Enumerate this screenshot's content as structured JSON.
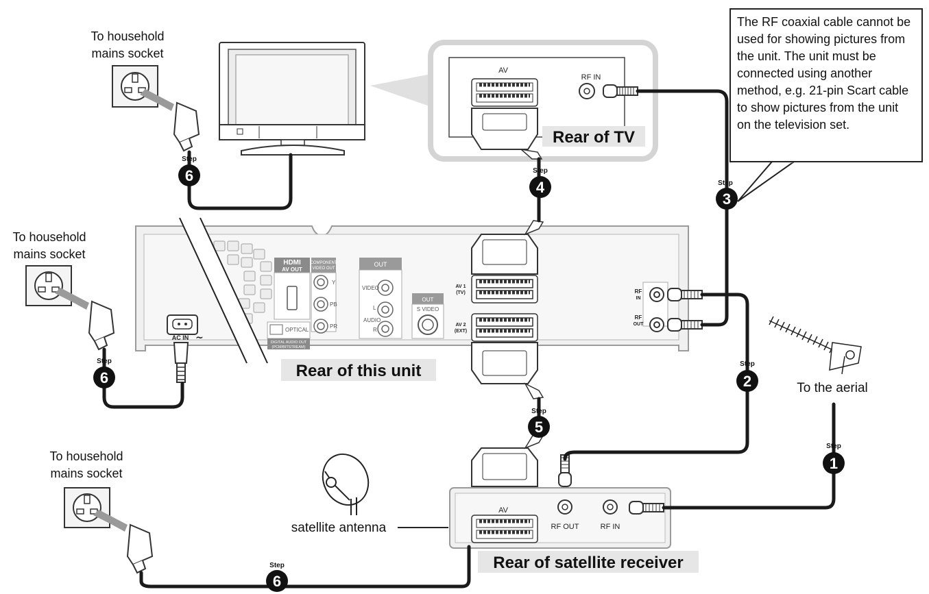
{
  "labels": {
    "mains_socket_line1": "To household",
    "mains_socket_line2": "mains socket",
    "rear_tv": "Rear of TV",
    "rear_unit": "Rear of this unit",
    "rear_satellite": "Rear of satellite receiver",
    "aerial": "To the aerial",
    "satellite_antenna": "satellite antenna",
    "step_word": "Step"
  },
  "steps": {
    "s1": "1",
    "s2": "2",
    "s3": "3",
    "s4": "4",
    "s5": "5",
    "s6": "6"
  },
  "note": {
    "text": "The RF coaxial cable cannot be used for showing pictures from the unit. The unit must be connected using another method, e.g. 21-pin Scart cable to show pictures from the unit on the television set."
  },
  "tv_panel": {
    "av": "AV",
    "rf_in": "RF IN"
  },
  "unit_panel": {
    "hdmi": "HDMI",
    "av_out": "AV OUT",
    "component_line1": "COMPONENT",
    "component_line2": "VIDEO OUT",
    "y": "Y",
    "pb": "PB",
    "pr": "PR",
    "optical": "OPTICAL",
    "digital_line1": "DIGITAL AUDIO OUT",
    "digital_line2": "(PCM/BITSTREAM)",
    "out": "OUT",
    "video": "VIDEO",
    "audio": "AUDIO",
    "l": "L",
    "r": "R",
    "out2": "OUT",
    "s_video": "S VIDEO",
    "av1_line1": "AV 1",
    "av1_line2": "(TV)",
    "av2_line1": "AV 2",
    "av2_line2": "(EXT)",
    "rf_in_a": "RF",
    "rf_in_b": "IN",
    "rf_out_a": "RF",
    "rf_out_b": "OUT",
    "ac_in": "AC IN"
  },
  "sat_panel": {
    "av": "AV",
    "rf_out": "RF OUT",
    "rf_in": "RF IN"
  }
}
